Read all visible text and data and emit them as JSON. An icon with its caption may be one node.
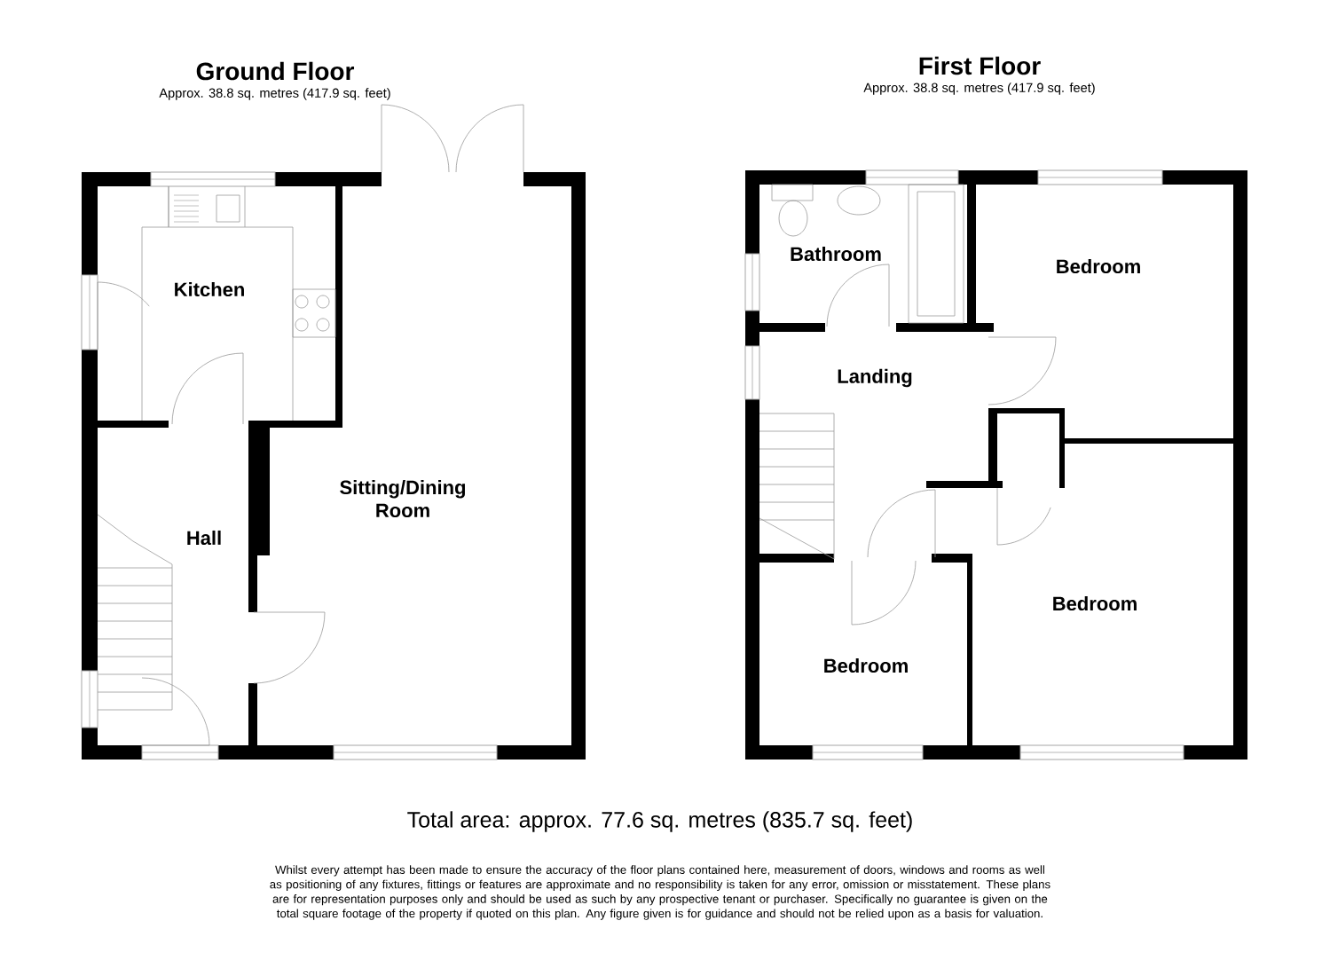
{
  "diagram": {
    "nodes": [
      {
        "text": [
          "Kitchen"
        ]
      },
      {
        "text": [
          "Hall"
        ]
      },
      {
        "text": [
          "Sitting/Dining Room"
        ]
      },
      {
        "text": [
          "Bathroom"
        ]
      },
      {
        "text": [
          "Bedroom"
        ]
      },
      {
        "text": [
          "Landing"
        ]
      },
      {
        "text": [
          "Bedroom"
        ]
      },
      {
        "text": [
          "Bedroom"
        ]
      }
    ],
    "edges": [],
    "labels": [
      "Ground Floor",
      "Approx. 38.8 sq. metres (417.9 sq. feet)",
      "First Floor",
      "Approx. 38.8 sq. metres (417.9 sq. feet)",
      "Total area: approx. 77.6 sq. metres (835.7 sq. feet)",
      "Whilst every attempt has been made to ensure the accuracy of the floor plans contained here, measurement of doors, windows and rooms as well as positioning of any fixtures, fittings or features are approximate and no responsibility is taken for any error, omission or misstatement. These plans are for representation purposes only and should be used as such by any prospective tenant or purchaser. Specifically no guarantee is given on the total square footage of the property if quoted on this plan. Any figure given is for guidance and should not be relied upon as a basis for valuation."
    ]
  }
}
